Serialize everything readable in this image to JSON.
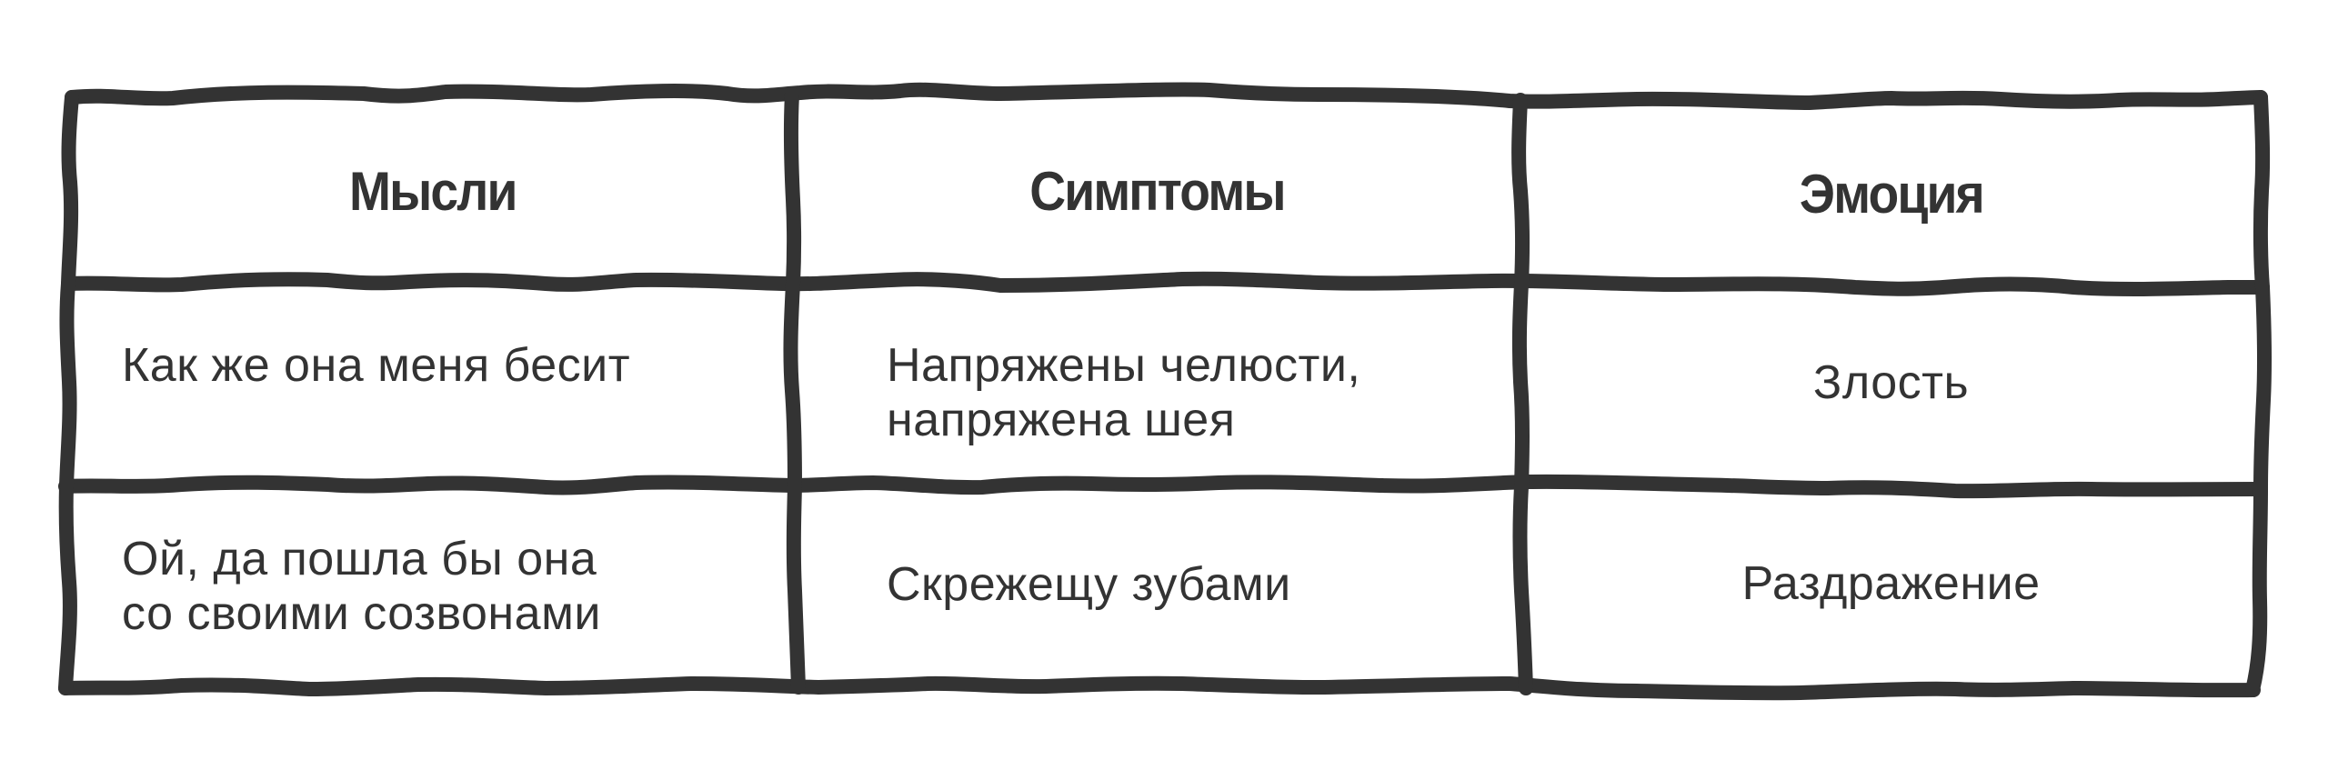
{
  "table": {
    "headers": [
      "Мысли",
      "Симптомы",
      "Эмоция"
    ],
    "rows": [
      {
        "thought": [
          "Как же она меня бесит"
        ],
        "symptoms": [
          "Напряжены челюсти,",
          "напряжена шея"
        ],
        "emotion": "Злость"
      },
      {
        "thought": [
          "Ой, да пошла бы она",
          "со своими созвонами"
        ],
        "symptoms": [
          "Скрежещу зубами"
        ],
        "emotion": "Раздражение"
      }
    ]
  },
  "colors": {
    "line": "#333333",
    "text": "#333333",
    "background": "#ffffff"
  }
}
